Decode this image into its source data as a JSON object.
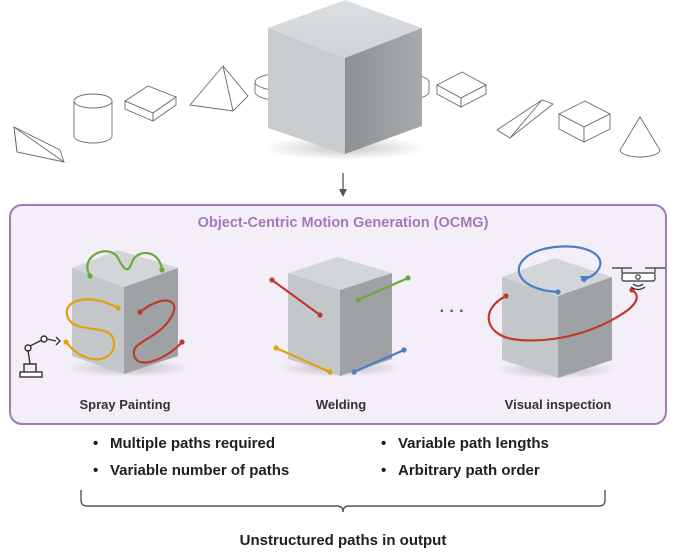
{
  "panel": {
    "title": "Object-Centric Motion Generation (OCMG)",
    "title_color": "#a07aba",
    "border_color": "#a07aba",
    "fill_color": "#f4eef8"
  },
  "tasks": [
    {
      "label": "Spray Painting"
    },
    {
      "label": "Welding"
    },
    {
      "label": "Visual inspection"
    }
  ],
  "ellipsis": "· · ·",
  "bullets": {
    "left": [
      "Multiple paths required",
      "Variable number of paths"
    ],
    "right": [
      "Variable path lengths",
      "Arbitrary path order"
    ]
  },
  "bullet_marker": "•",
  "footer": "Unstructured paths in output",
  "path_colors": {
    "green": "#6aaa3a",
    "red": "#c0392b",
    "yellow": "#e0a10c",
    "blue": "#4a7fc1"
  }
}
